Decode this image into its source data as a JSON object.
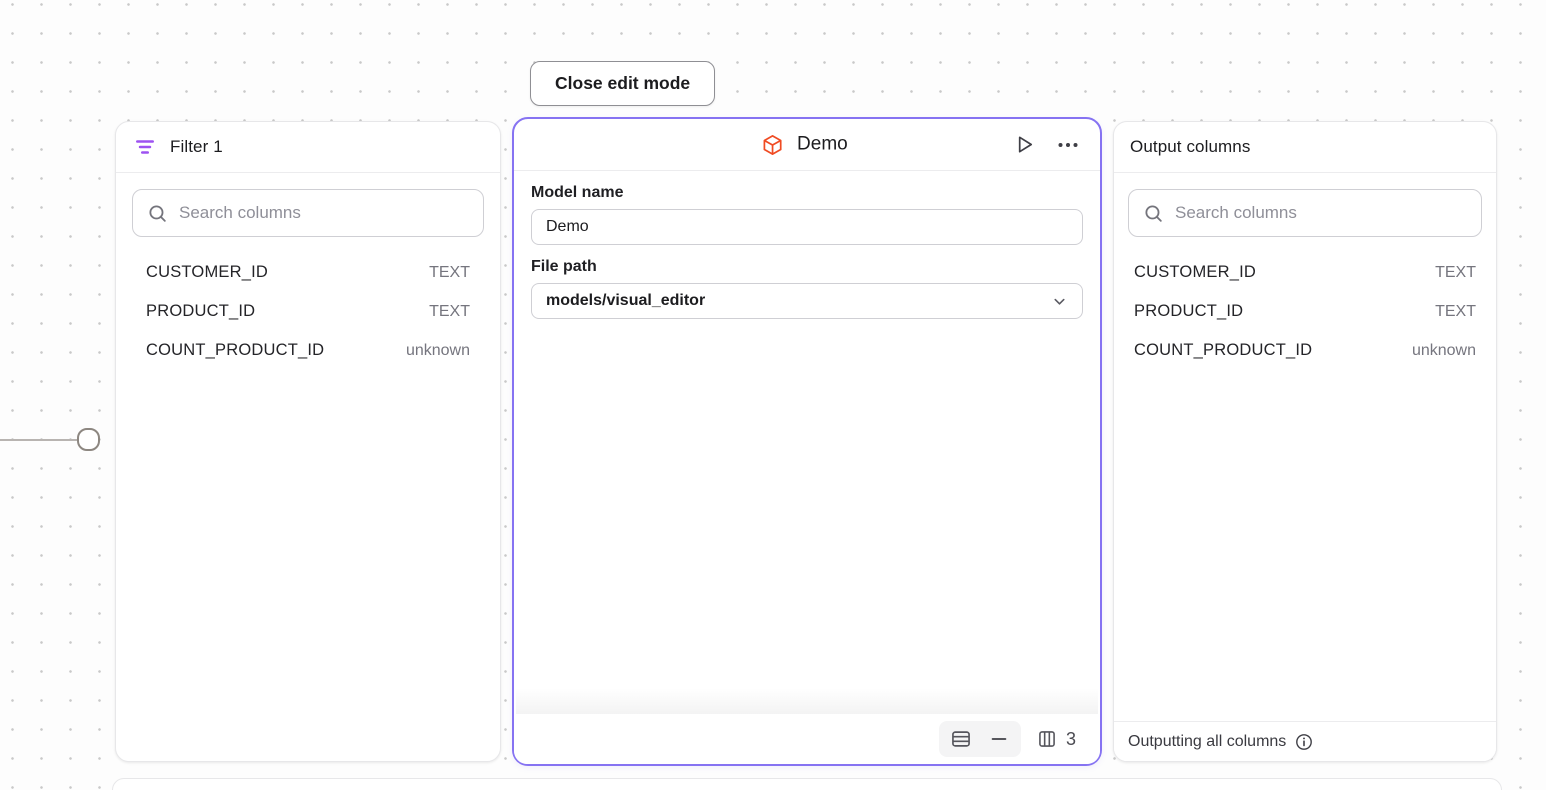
{
  "toolbar": {
    "close_button_label": "Close edit mode"
  },
  "filter_panel": {
    "title": "Filter 1",
    "search_placeholder": "Search columns",
    "columns": [
      {
        "name": "CUSTOMER_ID",
        "type": "TEXT"
      },
      {
        "name": "PRODUCT_ID",
        "type": "TEXT"
      },
      {
        "name": "COUNT_PRODUCT_ID",
        "type": "unknown"
      }
    ]
  },
  "model_panel": {
    "title": "Demo",
    "model_name": {
      "label": "Model name",
      "value": "Demo"
    },
    "file_path": {
      "label": "File path",
      "value": "models/visual_editor"
    },
    "footer": {
      "column_count": "3"
    }
  },
  "output_panel": {
    "title": "Output columns",
    "search_placeholder": "Search columns",
    "columns": [
      {
        "name": "CUSTOMER_ID",
        "type": "TEXT"
      },
      {
        "name": "PRODUCT_ID",
        "type": "TEXT"
      },
      {
        "name": "COUNT_PRODUCT_ID",
        "type": "unknown"
      }
    ],
    "footer_text": "Outputting all columns"
  },
  "icons": {
    "filter": "filter-lines-icon",
    "search": "magnifier-icon",
    "model": "cube-icon",
    "run": "play-icon",
    "menu": "ellipsis-icon",
    "preview_rows": "table-rows-icon",
    "collapse": "minus-icon",
    "columns": "columns-icon",
    "dropdown": "chevron-down-icon",
    "info": "info-circle-icon"
  },
  "colors": {
    "selected_node_border": "#8673f2",
    "filter_accent": "#9d52f1",
    "model_icon_orange": "#f04b23",
    "panel_border": "#e7e7e9",
    "text_primary": "#1c1c1f",
    "text_secondary": "#75757e",
    "canvas_dot": "#c9c9c9"
  }
}
